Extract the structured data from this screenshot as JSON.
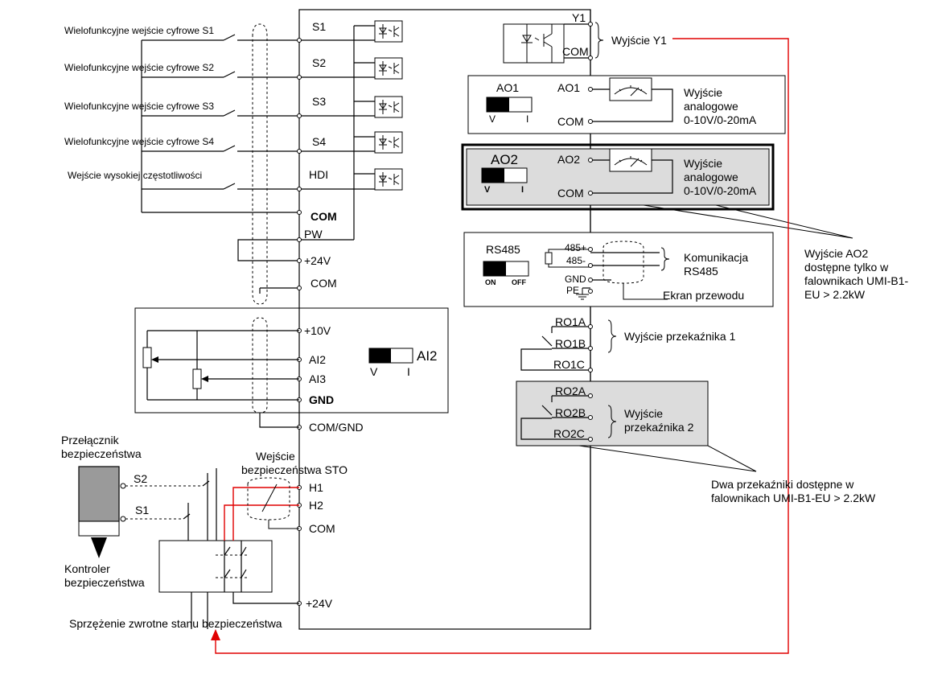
{
  "inputs": {
    "s1_desc": "Wielofunkcyjne wejście cyfrowe S1",
    "s2_desc": "Wielofunkcyjne wejście cyfrowe S2",
    "s3_desc": "Wielofunkcyjne wejście cyfrowe S3",
    "s4_desc": "Wielofunkcyjne wejście cyfrowe S4",
    "hdi_desc": "Wejście wysokiej częstotliwości"
  },
  "terminals": {
    "s1": "S1",
    "s2": "S2",
    "s3": "S3",
    "s4": "S4",
    "hdi": "HDI",
    "com_bold": "COM",
    "pw": "PW",
    "v24_top": "+24V",
    "com_mid": "COM",
    "v10": "+10V",
    "ai2": "AI2",
    "ai3": "AI3",
    "gnd": "GND",
    "com_gnd": "COM/GND",
    "h1": "H1",
    "h2": "H2",
    "com_sto": "COM",
    "v24_bottom": "+24V"
  },
  "ai_switch": {
    "label": "AI2",
    "v": "V",
    "i": "I"
  },
  "right": {
    "y1": "Y1",
    "com_y1": "COM",
    "y1_desc": "Wyjście Y1",
    "ao1_box": "AO1",
    "ao1": "AO1",
    "com_ao1": "COM",
    "ao1_v": "V",
    "ao1_i": "I",
    "ao1_desc_1": "Wyjście",
    "ao1_desc_2": "analogowe",
    "ao1_desc_3": "0-10V/0-20mA",
    "ao2_box": "AO2",
    "ao2": "AO2",
    "com_ao2": "COM",
    "ao2_v": "V",
    "ao2_i": "I",
    "ao2_desc_1": "Wyjście",
    "ao2_desc_2": "analogowe",
    "ao2_desc_3": "0-10V/0-20mA",
    "rs485": "RS485",
    "rs_on": "ON",
    "rs_off": "OFF",
    "p485p": "485+",
    "p485m": "485-",
    "gnd": "GND",
    "pe": "PE",
    "rs_desc_1": "Komunikacja",
    "rs_desc_2": "RS485",
    "shield": "Ekran przewodu",
    "ro1a": "RO1A",
    "ro1b": "RO1B",
    "ro1c": "RO1C",
    "relay1_desc": "Wyjście przekaźnika 1",
    "ro2a": "RO2A",
    "ro2b": "RO2B",
    "ro2c": "RO2C",
    "relay2_desc_1": "Wyjście",
    "relay2_desc_2": "przekaźnika 2"
  },
  "notes": {
    "ao2_note_1": "Wyjście AO2",
    "ao2_note_2": "dostępne tylko w",
    "ao2_note_3": "falownikach UMI-B1-",
    "ao2_note_4": "EU > 2.2kW",
    "relay_note_1": "Dwa przekaźniki dostępne w",
    "relay_note_2": "falownikach UMI-B1-EU > 2.2kW"
  },
  "safety": {
    "switch_1": "Przełącznik",
    "switch_2": "bezpieczeństwa",
    "s2": "S2",
    "s1": "S1",
    "controller_1": "Kontroler",
    "controller_2": "bezpieczeństwa",
    "sto_1": "Wejście",
    "sto_2": "bezpieczeństwa STO",
    "feedback": "Sprzężenie zwrotne stanu bezpieczeństwa"
  },
  "colors": {
    "feedback_line": "#e00000",
    "shaded_box": "#dcdcdc",
    "dark_grey": "#9a9a9a"
  }
}
